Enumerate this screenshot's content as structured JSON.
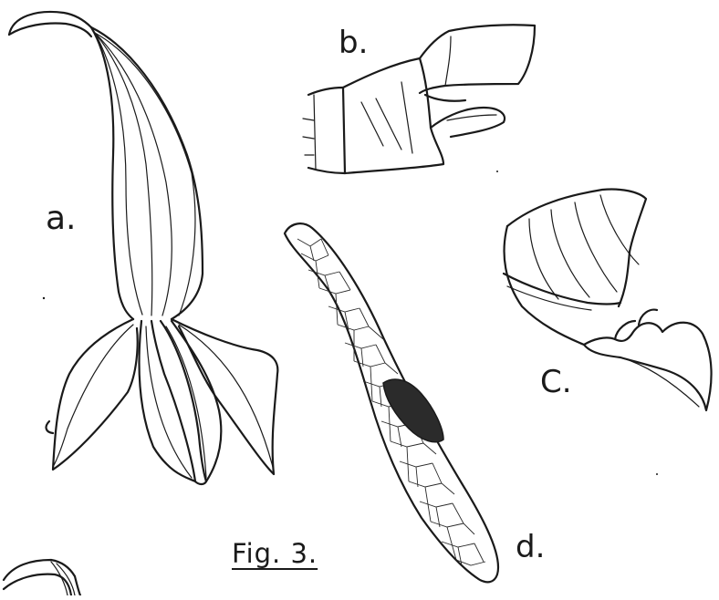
{
  "figure": {
    "caption": "Fig. 3.",
    "labels": {
      "a": "a.",
      "b": "b.",
      "c": "C.",
      "d": "d."
    },
    "ink_color": "#1a1a1a",
    "paper_color": "#ffffff"
  }
}
